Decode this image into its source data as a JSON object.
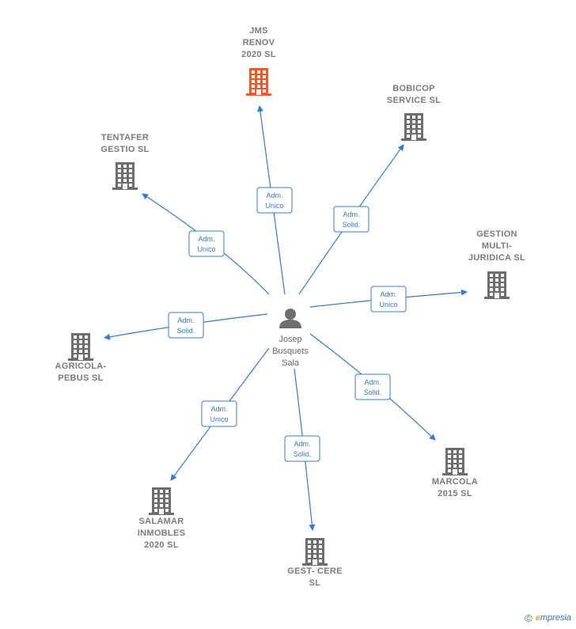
{
  "center": {
    "name_lines": [
      "Josep",
      "Busquets",
      "Sala"
    ],
    "icon": "person-icon"
  },
  "companies": [
    {
      "id": "jms-renov",
      "lines": [
        "JMS",
        "RENOV",
        "2020  SL"
      ],
      "relation": [
        "Adm.",
        "Unico"
      ],
      "icon": "building-icon",
      "color": "#f05a28"
    },
    {
      "id": "bobicop",
      "lines": [
        "BOBICOP",
        "SERVICE  SL"
      ],
      "relation": [
        "Adm.",
        "Solid."
      ],
      "icon": "building-icon",
      "color": "#6e6e6e"
    },
    {
      "id": "tentafer",
      "lines": [
        "TENTAFER",
        "GESTIO  SL"
      ],
      "relation": [
        "Adm.",
        "Unico"
      ],
      "icon": "building-icon",
      "color": "#6e6e6e"
    },
    {
      "id": "gestion-multi",
      "lines": [
        "GESTION",
        "MULTI-",
        "JURIDICA  SL"
      ],
      "relation": [
        "Adm.",
        "Unico"
      ],
      "icon": "building-icon",
      "color": "#6e6e6e"
    },
    {
      "id": "agricola",
      "lines": [
        "AGRICOLA-",
        "PEBUS  SL"
      ],
      "relation": [
        "Adm.",
        "Solid."
      ],
      "icon": "building-icon",
      "color": "#6e6e6e"
    },
    {
      "id": "marcola",
      "lines": [
        "MARCOLA",
        "2015  SL"
      ],
      "relation": [
        "Adm.",
        "Solid."
      ],
      "icon": "building-icon",
      "color": "#6e6e6e"
    },
    {
      "id": "salamar",
      "lines": [
        "SALAMAR",
        "INMOBLES",
        "2020  SL"
      ],
      "relation": [
        "Adm.",
        "Unico"
      ],
      "icon": "building-icon",
      "color": "#6e6e6e"
    },
    {
      "id": "gest-cere",
      "lines": [
        "GEST- CERE",
        "SL"
      ],
      "relation": [
        "Adm.",
        "Solid."
      ],
      "icon": "building-icon",
      "color": "#6e6e6e"
    }
  ],
  "colors": {
    "edge": "#3a78c8",
    "label_border": "#3a78c8",
    "person": "#6e6e6e"
  },
  "footer": {
    "copyright": "©",
    "brand_initial": "e",
    "brand_rest": "mpresia"
  }
}
